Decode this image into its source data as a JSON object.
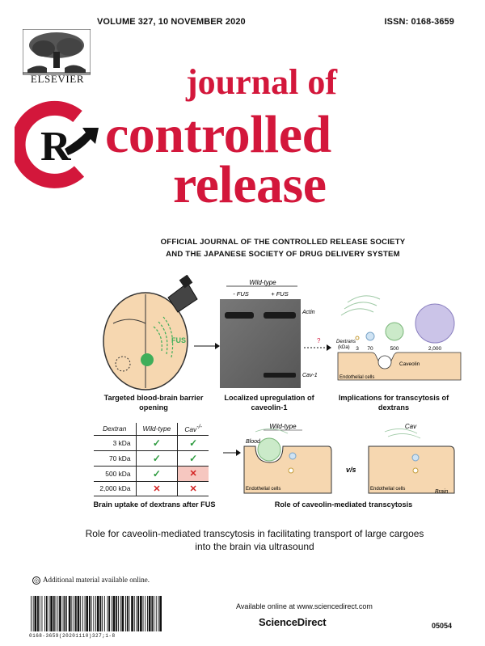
{
  "header": {
    "volume": "VOLUME 327, 10 NOVEMBER 2020",
    "issn": "ISSN: 0168-3659",
    "publisher": "ELSEVIER"
  },
  "title": {
    "line1": "journal of",
    "line2": "controlled",
    "line3": "release"
  },
  "society": {
    "line1": "OFFICIAL JOURNAL OF THE CONTROLLED RELEASE SOCIETY",
    "line2": "AND THE JAPANESE SOCIETY OF DRUG DELIVERY SYSTEM"
  },
  "figure": {
    "panel1": {
      "label_fus": "FUS",
      "caption": "Targeted blood-brain barrier opening"
    },
    "panel2": {
      "header": "Wild-type",
      "lane1": "- FUS",
      "lane2": "+ FUS",
      "band1": "Actin",
      "band2": "Cav-1",
      "caption": "Localized upregulation of caveolin-1"
    },
    "panel3": {
      "question": "?",
      "dextrans_label": "Dextrans",
      "kda_label": "(kDa)",
      "sizes": [
        "3",
        "70",
        "500",
        "2,000"
      ],
      "caveolin": "Caveolin",
      "endothelial": "Endothelial cells",
      "caption": "Implications for transcytosis of dextrans"
    },
    "table": {
      "col0": "Dextran",
      "col1": "Wild-type",
      "col2": "Cav",
      "rows": [
        {
          "label": "3 kDa",
          "wt": "✓",
          "cav": "✓"
        },
        {
          "label": "70 kDa",
          "wt": "✓",
          "cav": "✓"
        },
        {
          "label": "500 kDa",
          "wt": "✓",
          "cav": "✕"
        },
        {
          "label": "2,000 kDa",
          "wt": "✕",
          "cav": "✕"
        }
      ],
      "caption": "Brain uptake of dextrans after FUS"
    },
    "panel5": {
      "wt": "Wild-type",
      "cav": "Cav",
      "blood": "Blood",
      "vs": "v/s",
      "endo1": "Endothelial cells",
      "endo2": "Endothelial cells",
      "brain": "Brain",
      "caption": "Role of caveolin-mediated transcytosis"
    }
  },
  "summary": "Role for caveolin-mediated transcytosis in facilitating transport of large cargoes into the brain via ultrasound",
  "footer": {
    "additional": "Additional material available online.",
    "available": "Available online at www.sciencedirect.com",
    "sciencedirect": "ScienceDirect",
    "code": "05054",
    "barcode_digits": "0168-3659(20201110)327;1-8"
  },
  "colors": {
    "brand_red": "#d3173b",
    "tissue": "#f6d7b0",
    "green_check": "#2b9a3d",
    "red_cross": "#d21f1f"
  }
}
